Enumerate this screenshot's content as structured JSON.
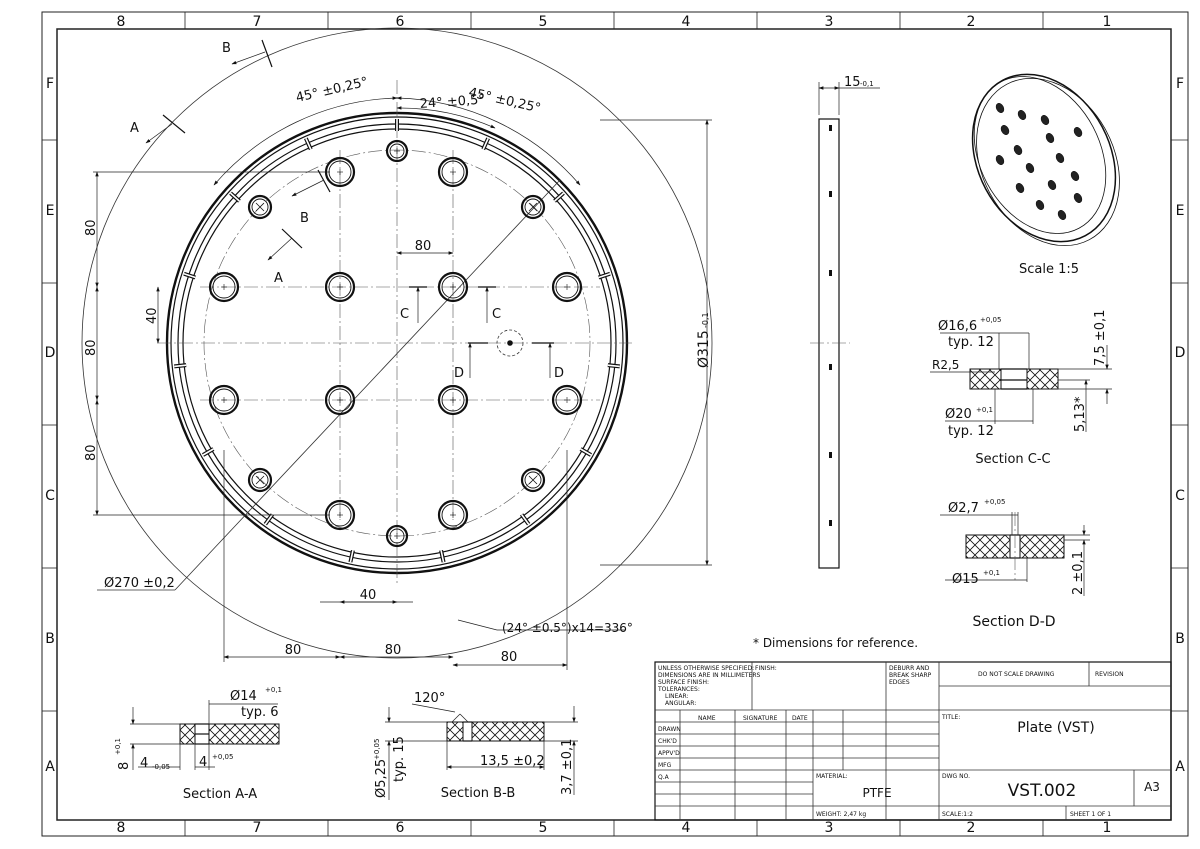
{
  "frame": {
    "columns": [
      "8",
      "7",
      "6",
      "5",
      "4",
      "3",
      "2",
      "1"
    ],
    "rows": [
      "F",
      "E",
      "D",
      "C",
      "B",
      "A"
    ]
  },
  "main_view": {
    "dims": {
      "a45_left": "45° ±0,25°",
      "a45_right": "45° ±0,25°",
      "a24": "24° ±0,5°",
      "d315": "Ø315",
      "d315_tol": "-0,1",
      "d270": "Ø270 ±0,2",
      "pattern": "(24° ±0.5°)x14=336°",
      "v80_top": "80",
      "v40": "40",
      "v80_mid": "80",
      "v80_bot": "80",
      "h80_center": "80",
      "h40_bottom": "40",
      "h80_a": "80",
      "h80_b": "80",
      "h80_c": "80"
    },
    "section_marks": {
      "a_letter": "A",
      "b_letter": "B",
      "c_letter": "C",
      "d_letter": "D"
    }
  },
  "side_view": {
    "thickness": "15",
    "thickness_tol": "-0,1"
  },
  "iso_view": {
    "scale_label": "Scale 1:5"
  },
  "section_cc": {
    "title": "Section C-C",
    "d166": "Ø16,6",
    "d166_tol": "+0,05",
    "typ12_top": "typ. 12",
    "r25": "R2,5",
    "d20": "Ø20",
    "d20_tol": "+0,1",
    "typ12_bot": "typ. 12",
    "h75": "7,5 ±0,1",
    "h513": "5,13*"
  },
  "section_dd": {
    "title": "Section D-D",
    "d27": "Ø2,7",
    "d27_tol": "+0,05",
    "d15": "Ø15",
    "d15_tol": "+0,1",
    "h2": "2 ±0,1"
  },
  "section_aa": {
    "title": "Section A-A",
    "d14": "Ø14",
    "d14_tol": "+0,1",
    "typ6": "typ. 6",
    "h8": "8",
    "h8_tol": "+0,1",
    "w4a": "4",
    "w4a_tol": "-0,05",
    "w4b": "4",
    "w4b_tol": "+0,05"
  },
  "section_bb": {
    "title": "Section B-B",
    "angle": "120°",
    "d525": "Ø5,25",
    "d525_tol": "+0,05",
    "typ15": "typ. 15",
    "w135": "13,5 ±0,2",
    "h37": "3,7 ±0,1"
  },
  "note": "* Dimensions for reference.",
  "title_block": {
    "spec_lines": [
      "UNLESS OTHERWISE SPECIFIED:",
      "DIMENSIONS ARE IN MILLIMETERS",
      "SURFACE FINISH:",
      "TOLERANCES:",
      "LINEAR:",
      "ANGULAR:"
    ],
    "finish": "FINISH:",
    "deburr": [
      "DEBURR AND",
      "BREAK SHARP",
      "EDGES"
    ],
    "no_scale": "DO NOT SCALE DRAWING",
    "revision": "REVISION",
    "col_name": "NAME",
    "col_signature": "SIGNATURE",
    "col_date": "DATE",
    "row_labels": [
      "DRAWN",
      "CHK'D",
      "APPV'D",
      "MFG",
      "Q.A"
    ],
    "title_label": "TITLE:",
    "title": "Plate (VST)",
    "material_label": "MATERIAL:",
    "material": "PTFE",
    "dwg_label": "DWG NO.",
    "dwg_no": "VST.002",
    "size": "A3",
    "weight": "WEIGHT: 2,47 kg",
    "scale": "SCALE:1:2",
    "sheet": "SHEET 1 OF 1"
  }
}
